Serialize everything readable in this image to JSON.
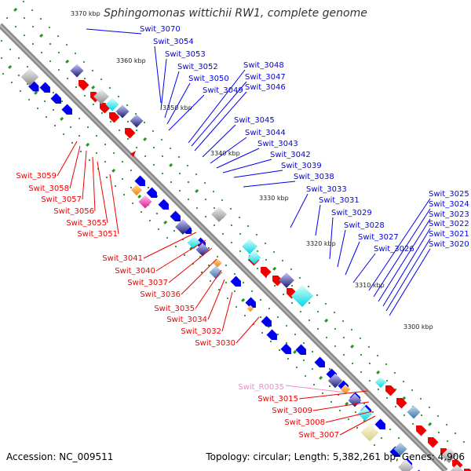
{
  "title": "Sphingomonas wittichii RW1, complete genome",
  "footer": {
    "accession": "Accession: NC_009511",
    "info": "Topology: circular; Length: 5,382,261 bp; Genes: 4,906"
  },
  "kbp_ticks": [
    "3370 kbp",
    "3360 kbp",
    "3350 kbp",
    "3340 kbp",
    "3330 kbp",
    "3320 kbp",
    "3310 kbp",
    "3300 kbp"
  ],
  "labels_forward": [
    "Swit_3070",
    "Swit_3054",
    "Swit_3053",
    "Swit_3052",
    "Swit_3050",
    "Swit_3049",
    "Swit_3048",
    "Swit_3047",
    "Swit_3046",
    "Swit_3045",
    "Swit_3044",
    "Swit_3043",
    "Swit_3042",
    "Swit_3039",
    "Swit_3038",
    "Swit_3033",
    "Swit_3031",
    "Swit_3029",
    "Swit_3028",
    "Swit_3027",
    "Swit_3026",
    "Swit_3025",
    "Swit_3024",
    "Swit_3023",
    "Swit_3022",
    "Swit_3021",
    "Swit_3020"
  ],
  "labels_reverse": [
    "Swit_3059",
    "Swit_3058",
    "Swit_3057",
    "Swit_3056",
    "Swit_3055",
    "Swit_3051",
    "Swit_3041",
    "Swit_3040",
    "Swit_3037",
    "Swit_3036",
    "Swit_3035",
    "Swit_3034",
    "Swit_3032",
    "Swit_3030",
    "Swit_3015",
    "Swit_3009",
    "Swit_3008",
    "Swit_3007"
  ],
  "labels_rna": [
    "Swit_R0035"
  ],
  "colors": {
    "forward": "#0000ee",
    "reverse": "#ee0000",
    "rna": "#f08ccc",
    "backbone": "#888888",
    "tick": "#228b22"
  }
}
